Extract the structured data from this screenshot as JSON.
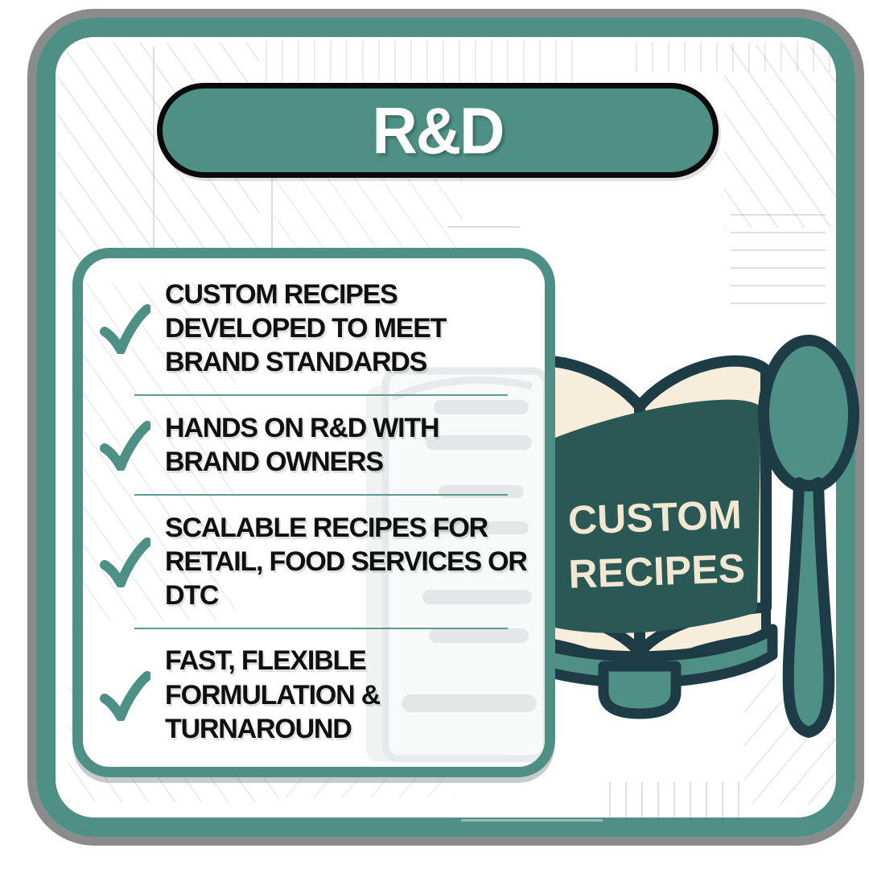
{
  "header": {
    "title": "R&D"
  },
  "checklist": {
    "items": [
      {
        "text": "CUSTOM RECIPES DEVELOPED TO MEET BRAND STANDARDS"
      },
      {
        "text": "HANDS ON R&D WITH BRAND OWNERS"
      },
      {
        "text": "SCALABLE RECIPES FOR RETAIL, FOOD SERVICES OR DTC"
      },
      {
        "text": "FAST, FLEXIBLE FORMULATION & TURNAROUND"
      }
    ]
  },
  "illustration": {
    "book_title_line1": "CUSTOM",
    "book_title_line2": "RECIPES",
    "icons": [
      "checkmark-icon",
      "open-book-icon",
      "spoon-icon",
      "ghost-page-icon"
    ]
  },
  "colors": {
    "teal": "#4e9085",
    "dark_outline": "#1e3c46",
    "book_cover": "#2a5955",
    "cream": "#f6eddb",
    "book_text_cream": "#f2e8d2",
    "text_black": "#101010",
    "frame_shadow_gray": "#8b8b8b",
    "pill_border_black": "#0a0a0a"
  }
}
